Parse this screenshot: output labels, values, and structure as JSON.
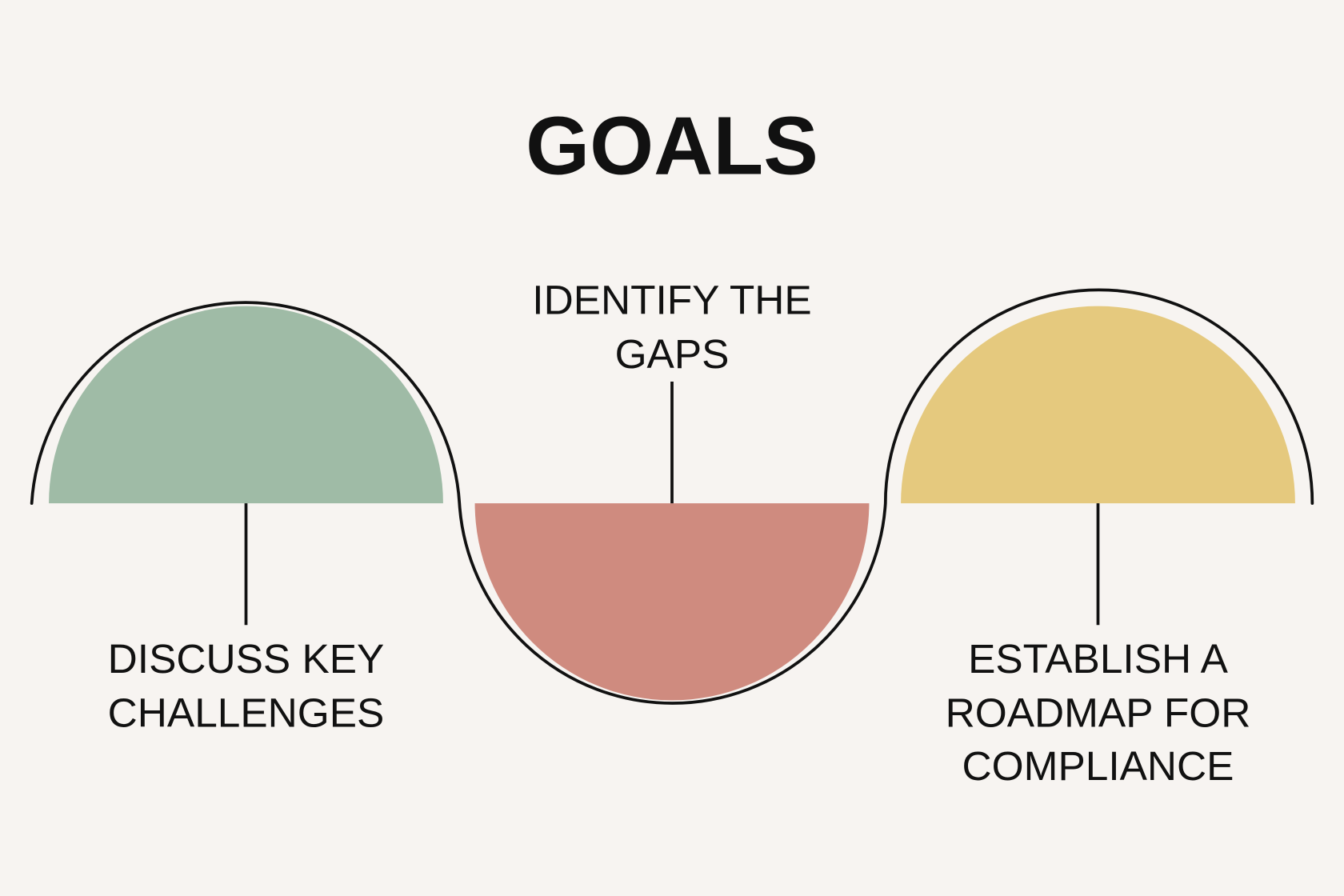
{
  "title": "GOALS",
  "goals": [
    {
      "lines": [
        "DISCUSS KEY",
        "CHALLENGES"
      ],
      "color": "#9fbba6"
    },
    {
      "lines": [
        "IDENTIFY THE",
        "GAPS"
      ],
      "color": "#cf8b7f"
    },
    {
      "lines": [
        "ESTABLISH A",
        "ROADMAP FOR",
        "COMPLIANCE"
      ],
      "color": "#e5c97e"
    }
  ],
  "colors": {
    "background": "#f7f4f1",
    "stroke": "#111111"
  }
}
